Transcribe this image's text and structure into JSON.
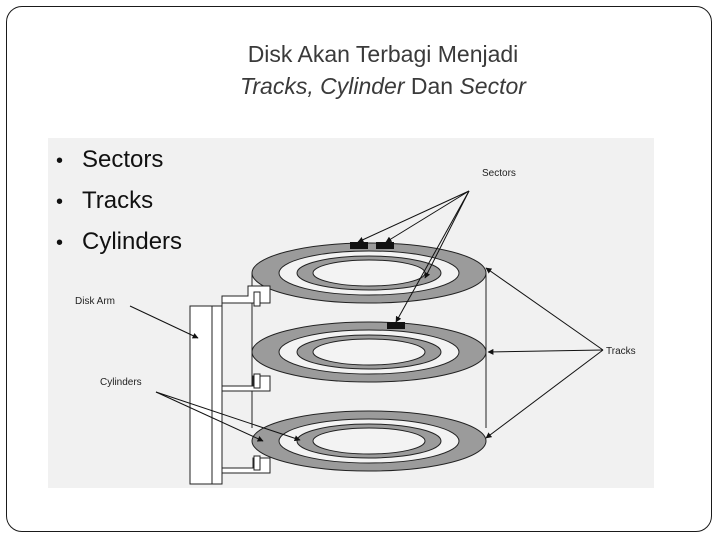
{
  "slide": {
    "title_line1": "Disk Akan Terbagi Menjadi",
    "title_line2_part1": "Tracks, Cylinder",
    "title_line2_part2": " Dan ",
    "title_line2_part3": "Sector"
  },
  "figure": {
    "bullets": [
      "Sectors",
      "Tracks",
      "Cylinders"
    ],
    "labels": {
      "sectors": "Sectors",
      "disk_arm": "Disk Arm",
      "cylinders": "Cylinders",
      "tracks": "Tracks"
    }
  }
}
